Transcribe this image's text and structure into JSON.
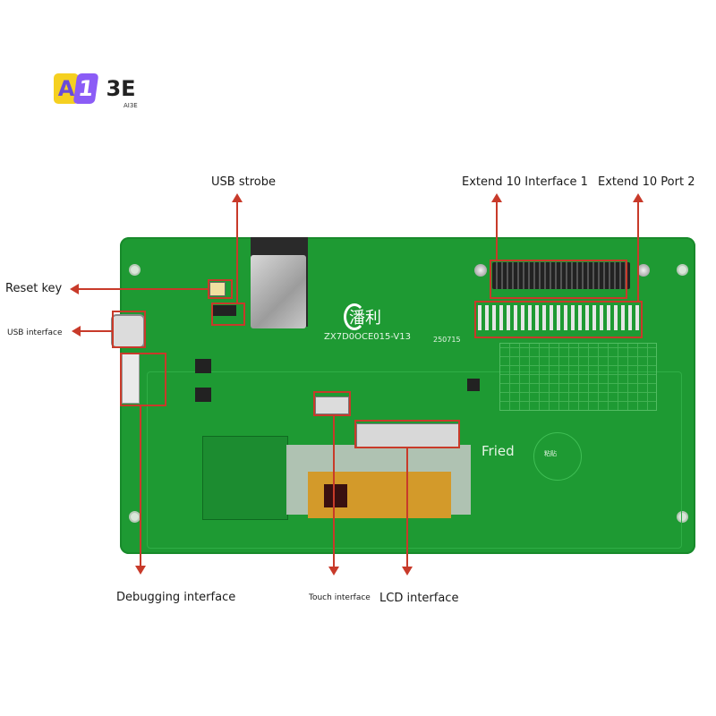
{
  "logo": {
    "tile_a": "A",
    "tile_1": "1",
    "tile_e": "3E",
    "sub": "AI3E"
  },
  "labels": {
    "usb_strobe": "USB strobe",
    "extend_interface_1": "Extend 10 Interface 1",
    "extend_port_2": "Extend 10 Port 2",
    "reset_key": "Reset key",
    "usb_interface": "USB interface",
    "debugging_interface": "Debugging interface",
    "touch_interface": "Touch interface",
    "lcd_interface": "LCD interface"
  },
  "board": {
    "brand": "潘利",
    "model": "ZX7D0OCE015-V13",
    "date": "250715",
    "fried": "Fried",
    "circle_label": "粘贴"
  },
  "colors": {
    "pcb": "#1e9a33",
    "annotation": "#c83a2a",
    "text": "#1a1a1a"
  }
}
